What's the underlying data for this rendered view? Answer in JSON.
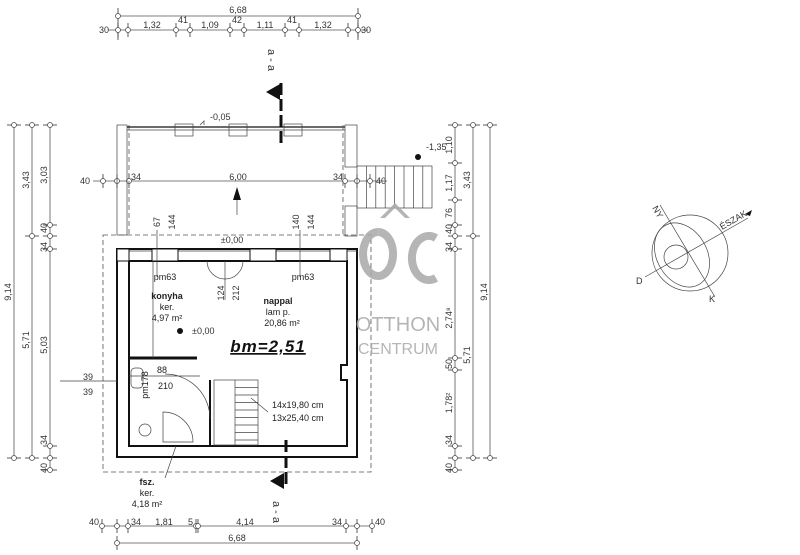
{
  "dimensions": {
    "top_total": "6,68",
    "top_segments": [
      "30",
      "1,32",
      "41",
      "1,09",
      "42",
      "1,11",
      "41",
      "1,32",
      "30"
    ],
    "left_outer": "9,14",
    "left_middle": [
      "3,43",
      "5,71"
    ],
    "left_inner": [
      "3,03",
      "40",
      "34",
      "5,03",
      "34",
      "40"
    ],
    "right_inner": [
      "1,10",
      "1,17",
      "76",
      "40",
      "34",
      "2,74⁸",
      "50",
      "1,78²",
      "34",
      "40"
    ],
    "right_middle": [
      "3,43",
      "5,71"
    ],
    "right_outer": "9,14",
    "interior_horizontal": [
      "40",
      "34",
      "6,00",
      "34",
      "40"
    ],
    "bottom_segments": [
      "40",
      "34",
      "1,81",
      "5",
      "4,14",
      "34",
      "40"
    ],
    "bottom_total": "6,68",
    "opening_heights": [
      "67",
      "144",
      "140",
      "144",
      "124",
      "212",
      "88",
      "210"
    ],
    "wall_side": [
      "39",
      "39"
    ]
  },
  "levels": {
    "terrace": "-0,05",
    "entry": "±0,00",
    "kitchen": "±0,00",
    "stair": "-1,35"
  },
  "section_marker": {
    "top": "a - a",
    "bottom": "a - a"
  },
  "rooms": [
    {
      "name": "konyha",
      "floor": "ker.",
      "area": "4,97 m²"
    },
    {
      "name": "nappal",
      "floor": "lam p.",
      "area": "20,86 m²"
    },
    {
      "name": "fsz.",
      "floor": "ker.",
      "area": "4,18 m²"
    }
  ],
  "window_labels": [
    "pm63",
    "pm63",
    "pm178"
  ],
  "ceiling_height": "bm=2,51",
  "stair_spec": [
    "14x19,80 cm",
    "13x25,40 cm"
  ],
  "compass": {
    "north": "ÉSZAK",
    "west": "NY",
    "south": "D",
    "east": "K"
  },
  "watermark": {
    "logo": "OC",
    "line1": "OTTHON",
    "line2": "CENTRUM"
  }
}
